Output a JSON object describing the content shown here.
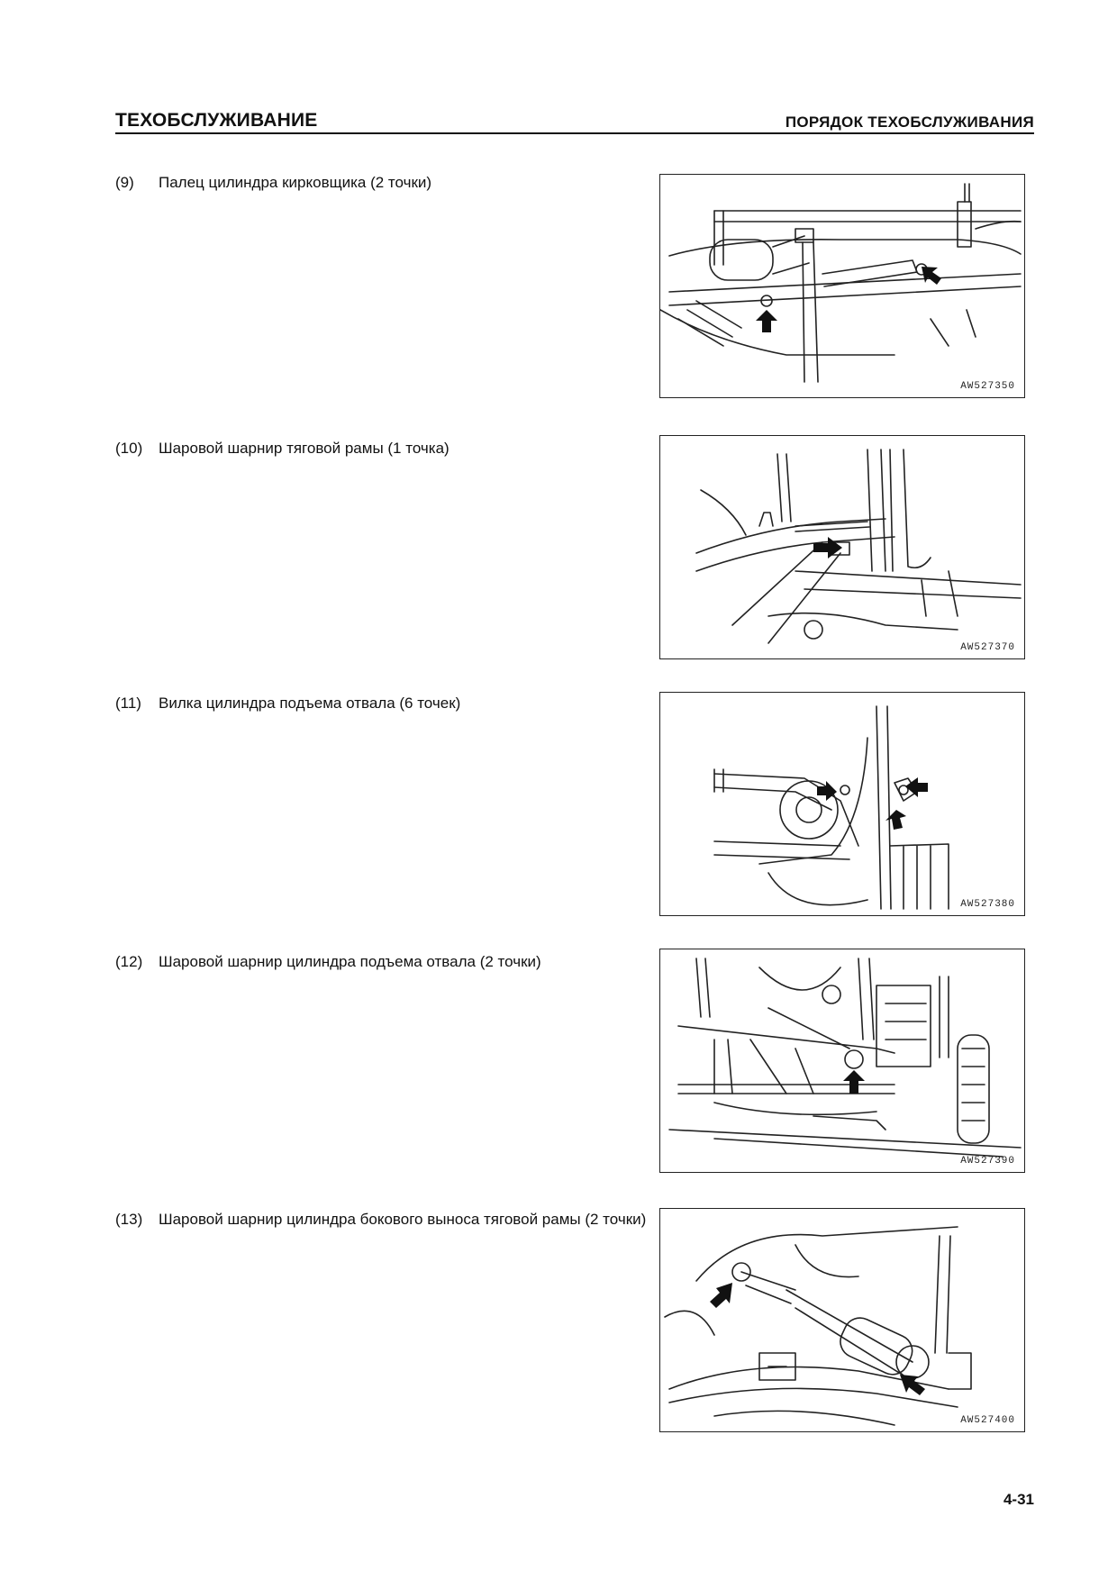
{
  "header": {
    "left": "ТЕХОБСЛУЖИВАНИЕ",
    "right": "ПОРЯДОК ТЕХОБСЛУЖИВАНИЯ"
  },
  "items": [
    {
      "num": "(9)",
      "text": "Палец цилиндра кирковщика (2 точки)",
      "figure_code": "AW527350"
    },
    {
      "num": "(10)",
      "text": "Шаровой шарнир тяговой рамы (1 точка)",
      "figure_code": "AW527370"
    },
    {
      "num": "(11)",
      "text": "Вилка цилиндра подъема отвала (6 точек)",
      "figure_code": "AW527380"
    },
    {
      "num": "(12)",
      "text": "Шаровой шарнир цилиндра подъема отвала (2 точки)",
      "figure_code": "AW527390"
    },
    {
      "num": "(13)",
      "text": "Шаровой шарнир цилиндра бокового выноса тяговой рамы (2 точки)",
      "figure_code": "AW527400"
    }
  ],
  "page_number": "4-31"
}
